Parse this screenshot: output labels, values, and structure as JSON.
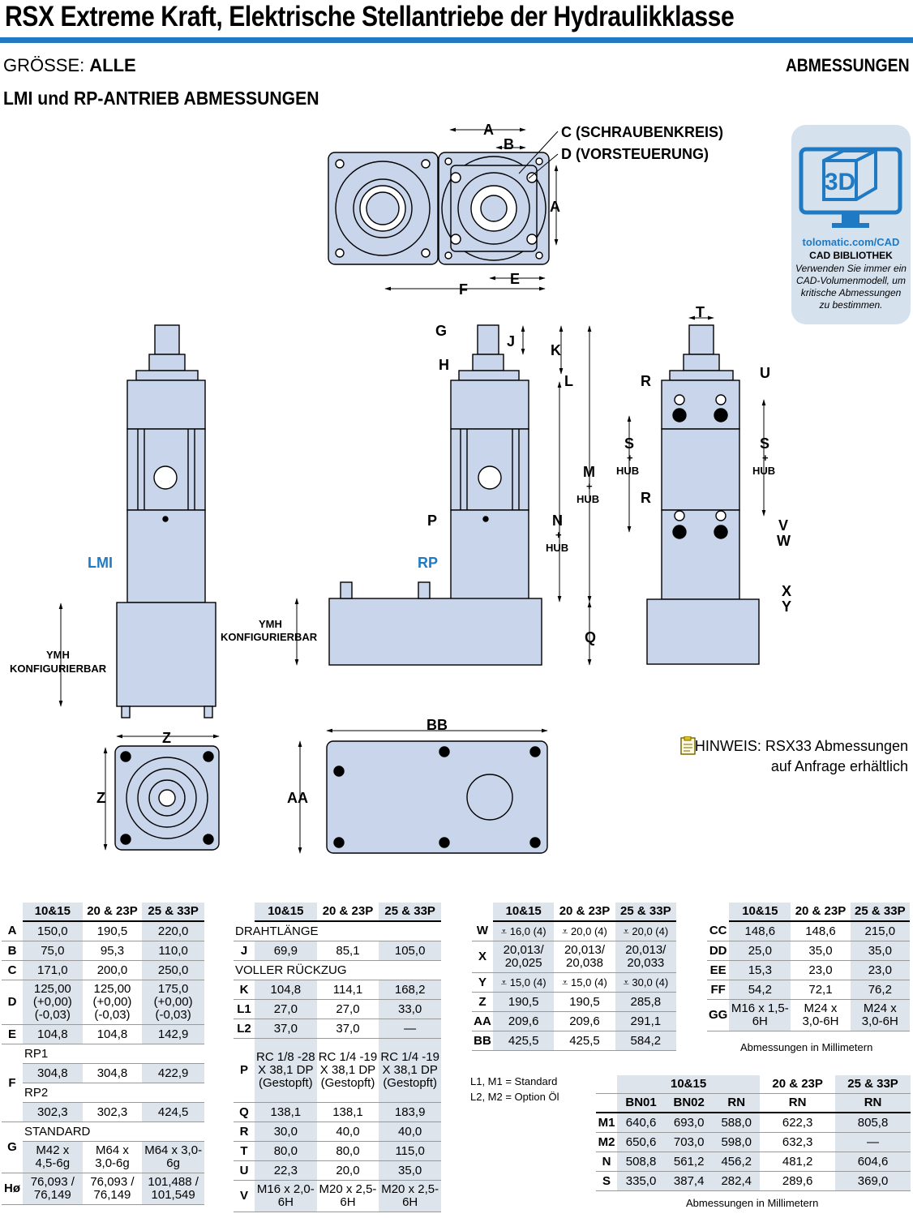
{
  "header": {
    "title": "RSX Extreme Kraft, Elektrische Stellantriebe der Hydraulikklasse",
    "size_label": "GRÖSSE:",
    "size_value": "ALLE",
    "section": "ABMESSUNGEN",
    "subtitle": "LMI und RP-ANTRIEB ABMESSUNGEN"
  },
  "cad_badge": {
    "url": "tolomatic.com/CAD",
    "library": "CAD BIBLIOTHEK",
    "note": "Verwenden Sie immer ein CAD-Volumenmodell, um kritische Abmessungen zu bestimmen.",
    "icon_text": "3D",
    "icon": "monitor-3d-icon"
  },
  "note": {
    "icon": "note-icon",
    "line1": "HINWEIS: RSX33 Abmessungen",
    "line2": "auf Anfrage erhältlich"
  },
  "drawing_labels": {
    "A": "A",
    "B": "B",
    "C": "C (SCHRAUBENKREIS)",
    "D": "D (VORSTEUERUNG)",
    "E": "E",
    "F": "F",
    "G": "G",
    "H": "H",
    "J": "J",
    "K": "K",
    "L": "L",
    "M": "M",
    "N": "N",
    "P": "P",
    "Q": "Q",
    "R": "R",
    "S": "S",
    "T": "T",
    "U": "U",
    "V": "V",
    "W": "W",
    "X": "X",
    "Y": "Y",
    "Z": "Z",
    "AA": "AA",
    "BB": "BB",
    "plus": "+",
    "hub": "HUB",
    "lmi": "LMI",
    "rp": "RP",
    "ymh": "YMH",
    "konfig": "KONFIGURIERBAR",
    "counterbore": "⩡"
  },
  "table1": {
    "headers": [
      "10&15",
      "20 & 23P",
      "25 & 33P"
    ],
    "rows": [
      {
        "key": "A",
        "v": [
          "150,0",
          "190,5",
          "220,0"
        ]
      },
      {
        "key": "B",
        "v": [
          "75,0",
          "95,3",
          "110,0"
        ]
      },
      {
        "key": "C",
        "v": [
          "171,0",
          "200,0",
          "250,0"
        ]
      },
      {
        "key": "D",
        "v": [
          "125,00 (+0,00) (-0,03)",
          "125,00 (+0,00) (-0,03)",
          "175,0 (+0,00) (-0,03)"
        ]
      },
      {
        "key": "E",
        "v": [
          "104,8",
          "104,8",
          "142,9"
        ]
      }
    ],
    "F_key": "F",
    "F_sub1": "RP1",
    "F_v1": [
      "304,8",
      "304,8",
      "422,9"
    ],
    "F_sub2": "RP2",
    "F_v2": [
      "302,3",
      "302,3",
      "424,5"
    ],
    "G_key": "G",
    "G_sub": "STANDARD",
    "G_v": [
      "M42 x 4,5-6g",
      "M64 x 3,0-6g",
      "M64 x 3,0-6g"
    ],
    "H_key": "Hø",
    "H_v": [
      "76,093 / 76,149",
      "76,093 / 76,149",
      "101,488 / 101,549"
    ]
  },
  "table2": {
    "headers": [
      "10&15",
      "20 & 23P",
      "25 & 33P"
    ],
    "sub1": "DRAHTLÄNGE",
    "J": {
      "key": "J",
      "v": [
        "69,9",
        "85,1",
        "105,0"
      ]
    },
    "sub2": "VOLLER RÜCKZUG",
    "rows": [
      {
        "key": "K",
        "v": [
          "104,8",
          "114,1",
          "168,2"
        ]
      },
      {
        "key": "L1",
        "v": [
          "27,0",
          "27,0",
          "33,0"
        ]
      },
      {
        "key": "L2",
        "v": [
          "37,0",
          "37,0",
          "—"
        ]
      },
      {
        "key": "P",
        "v": [
          "RC 1/8 -28 X 38,1 DP (Gestopft)",
          "RC 1/4 -19 X 38,1 DP (Gestopft)",
          "RC 1/4 -19 X 38,1 DP (Gestopft)"
        ]
      },
      {
        "key": "Q",
        "v": [
          "138,1",
          "138,1",
          "183,9"
        ]
      },
      {
        "key": "R",
        "v": [
          "30,0",
          "40,0",
          "40,0"
        ]
      },
      {
        "key": "T",
        "v": [
          "80,0",
          "80,0",
          "115,0"
        ]
      },
      {
        "key": "U",
        "v": [
          "22,3",
          "20,0",
          "35,0"
        ]
      },
      {
        "key": "V",
        "v": [
          "M16 x 2,0-6H",
          "M20 x 2,5-6H",
          "M20 x 2,5-6H"
        ]
      }
    ]
  },
  "table3": {
    "headers": [
      "10&15",
      "20 & 23P",
      "25 & 33P"
    ],
    "rows": [
      {
        "key": "W",
        "v": [
          "⩡ 16,0 (4)",
          "⩡ 20,0 (4)",
          "⩡ 20,0 (4)"
        ]
      },
      {
        "key": "X",
        "v": [
          "20,013/ 20,025",
          "20,013/ 20,038",
          "20,013/ 20,033"
        ]
      },
      {
        "key": "Y",
        "v": [
          "⩡ 15,0 (4)",
          "⩡ 15,0 (4)",
          "⩡ 30,0 (4)"
        ]
      },
      {
        "key": "Z",
        "v": [
          "190,5",
          "190,5",
          "285,8"
        ]
      },
      {
        "key": "AA",
        "v": [
          "209,6",
          "209,6",
          "291,1"
        ]
      },
      {
        "key": "BB",
        "v": [
          "425,5",
          "425,5",
          "584,2"
        ]
      }
    ],
    "footnote1": "L1, M1 = Standard",
    "footnote2": "L2, M2 = Option Öl"
  },
  "table4": {
    "headers": [
      "10&15",
      "20 & 23P",
      "25 & 33P"
    ],
    "rows": [
      {
        "key": "CC",
        "v": [
          "148,6",
          "148,6",
          "215,0"
        ]
      },
      {
        "key": "DD",
        "v": [
          "25,0",
          "35,0",
          "35,0"
        ]
      },
      {
        "key": "EE",
        "v": [
          "15,3",
          "23,0",
          "23,0"
        ]
      },
      {
        "key": "FF",
        "v": [
          "54,2",
          "72,1",
          "76,2"
        ]
      },
      {
        "key": "GG",
        "v": [
          "M16 x 1,5-6H",
          "M24 x 3,0-6H",
          "M24 x 3,0-6H"
        ]
      }
    ],
    "caption": "Abmessungen in Millimetern"
  },
  "table5": {
    "group_headers": [
      "10&15",
      "20 & 23P",
      "25 & 33P"
    ],
    "sub_headers": [
      "BN01",
      "BN02",
      "RN",
      "RN",
      "RN"
    ],
    "rows": [
      {
        "key": "M1",
        "v": [
          "640,6",
          "693,0",
          "588,0",
          "622,3",
          "805,8"
        ]
      },
      {
        "key": "M2",
        "v": [
          "650,6",
          "703,0",
          "598,0",
          "632,3",
          "—"
        ]
      },
      {
        "key": "N",
        "v": [
          "508,8",
          "561,2",
          "456,2",
          "481,2",
          "604,6"
        ]
      },
      {
        "key": "S",
        "v": [
          "335,0",
          "387,4",
          "282,4",
          "289,6",
          "369,0"
        ]
      }
    ],
    "caption": "Abmessungen in Millimetern"
  }
}
